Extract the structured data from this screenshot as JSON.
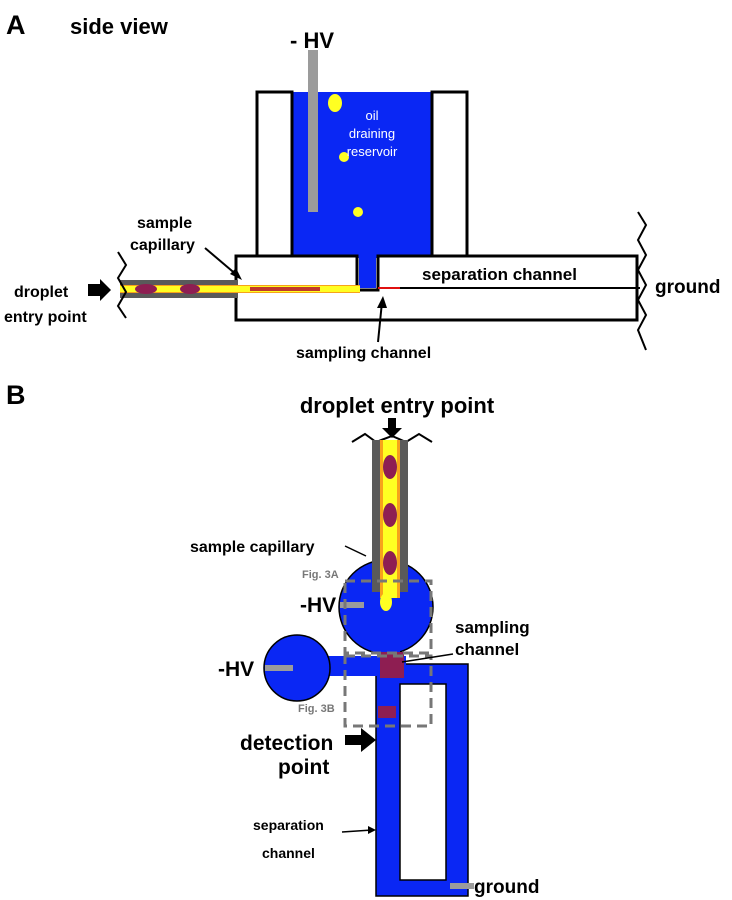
{
  "panel_a": {
    "letter": "A",
    "title": "side view",
    "hv_label": "- HV",
    "reservoir_line1": "oil",
    "reservoir_line2": "draining",
    "reservoir_line3": "reservoir",
    "sample_capillary_line1": "sample",
    "sample_capillary_line2": "capillary",
    "separation_channel": "separation channel",
    "ground": "ground",
    "droplet_entry_line1": "droplet",
    "droplet_entry_line2": "entry point",
    "sampling_channel": "sampling channel"
  },
  "panel_b": {
    "letter": "B",
    "droplet_entry": "droplet entry point",
    "sample_capillary": "sample capillary",
    "fig3a": "Fig. 3A",
    "fig3b": "Fig. 3B",
    "hv_top": "-HV",
    "hv_left": "-HV",
    "sampling_line1": "sampling",
    "sampling_line2": "channel",
    "detection_line1": "detection",
    "detection_line2": "point",
    "separation_line1": "separation",
    "separation_line2": "channel",
    "ground": "ground"
  },
  "colors": {
    "blue": "#0a27f4",
    "yellow": "#ffff22",
    "maroon": "#8e1e52",
    "orange": "#f7a21b",
    "gray": "#9b9b9b",
    "dark_gray": "#5a5a5a"
  }
}
